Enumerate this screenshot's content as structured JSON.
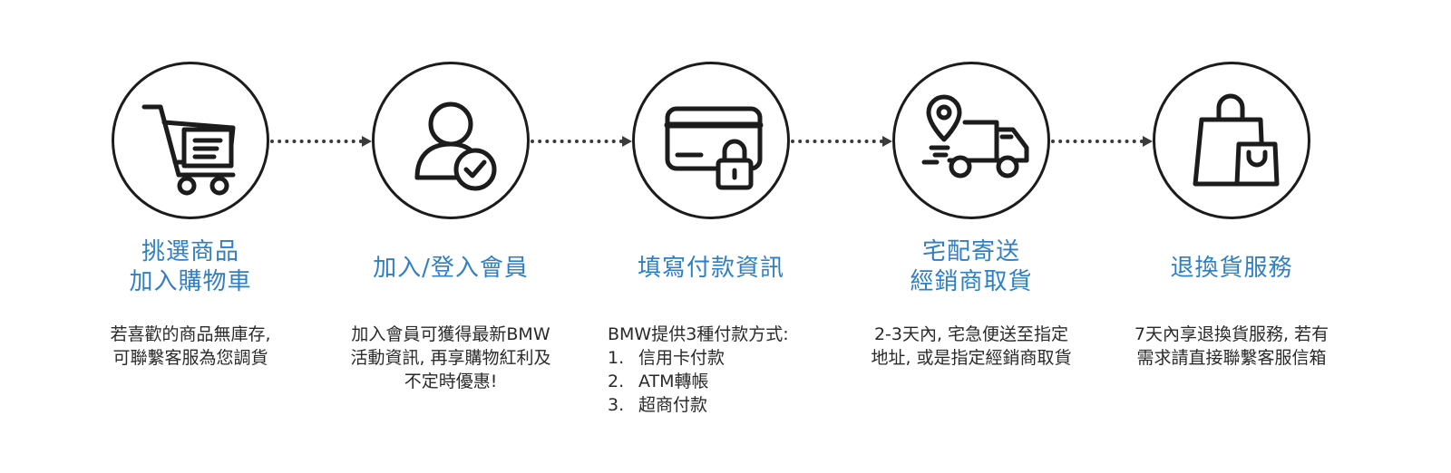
{
  "steps": [
    {
      "icon": "shopping-cart-icon",
      "title": [
        "挑選商品",
        "加入購物車"
      ],
      "desc": [
        "若喜歡的商品無庫存,",
        "可聯繫客服為您調貨"
      ]
    },
    {
      "icon": "user-check-icon",
      "title": [
        "加入/登入會員"
      ],
      "desc": [
        "加入會員可獲得最新BMW",
        "活動資訊, 再享購物紅利及",
        "不定時優惠!"
      ]
    },
    {
      "icon": "credit-card-lock-icon",
      "title": [
        "填寫付款資訊"
      ],
      "desc_intro": "BMW提供3種付款方式:",
      "desc_list": [
        {
          "num": "1.",
          "text": "信用卡付款"
        },
        {
          "num": "2.",
          "text": "ATM轉帳"
        },
        {
          "num": "3.",
          "text": "超商付款"
        }
      ]
    },
    {
      "icon": "delivery-truck-location-icon",
      "title": [
        "宅配寄送",
        "經銷商取貨"
      ],
      "desc": [
        "2-3天內, 宅急便送至指定",
        "地址, 或是指定經銷商取貨"
      ]
    },
    {
      "icon": "shopping-bags-icon",
      "title": [
        "退換貨服務"
      ],
      "desc": [
        "7天內享退換貨服務, 若有",
        "需求請直接聯繫客服信箱"
      ]
    }
  ],
  "colors": {
    "title": "#2f7fc4",
    "text": "#2a2a2a",
    "line": "#1c1c1c"
  }
}
